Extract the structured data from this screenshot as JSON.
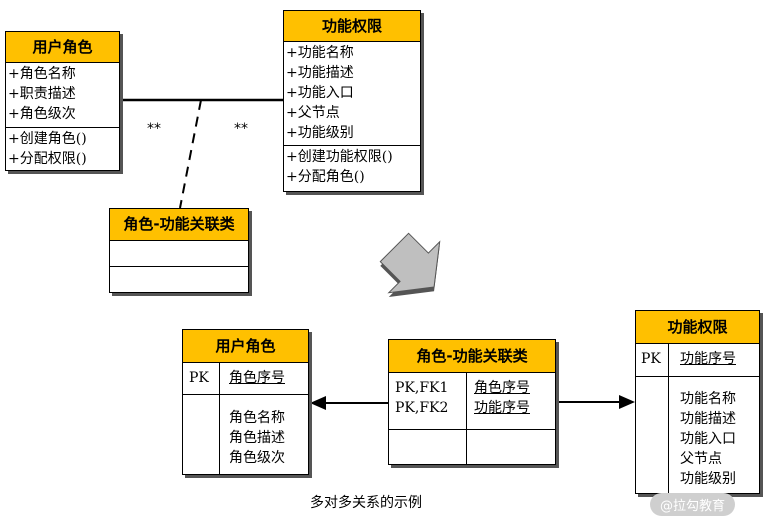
{
  "top": {
    "user_role": {
      "title": "用户角色",
      "attributes": [
        "+角色名称",
        "+职责描述",
        "+角色级次"
      ],
      "methods": [
        "+创建角色()",
        "+分配权限()"
      ]
    },
    "permission": {
      "title": "功能权限",
      "attributes": [
        "+功能名称",
        "+功能描述",
        "+功能入口",
        "+父节点",
        "+功能级别"
      ],
      "methods": [
        "+创建功能权限()",
        "+分配角色()"
      ]
    },
    "assoc": {
      "title": "角色-功能关联类"
    },
    "mult_left": "**",
    "mult_right": "**"
  },
  "bottom": {
    "user_role": {
      "title": "用户角色",
      "pk_label": "PK",
      "pk_field": "角色序号",
      "fields": [
        "角色名称",
        "角色描述",
        "角色级次"
      ]
    },
    "assoc": {
      "title": "角色-功能关联类",
      "keys": [
        "PK,FK1",
        "PK,FK2"
      ],
      "fields": [
        "角色序号",
        "功能序号"
      ]
    },
    "permission": {
      "title": "功能权限",
      "pk_label": "PK",
      "pk_field": "功能序号",
      "fields": [
        "功能名称",
        "功能描述",
        "功能入口",
        "父节点",
        "功能级别"
      ]
    }
  },
  "caption": "多对多关系的示例",
  "watermark": "@拉勾教育",
  "colors": {
    "header": "#ffc000",
    "arrow": "#bfbfbf"
  }
}
